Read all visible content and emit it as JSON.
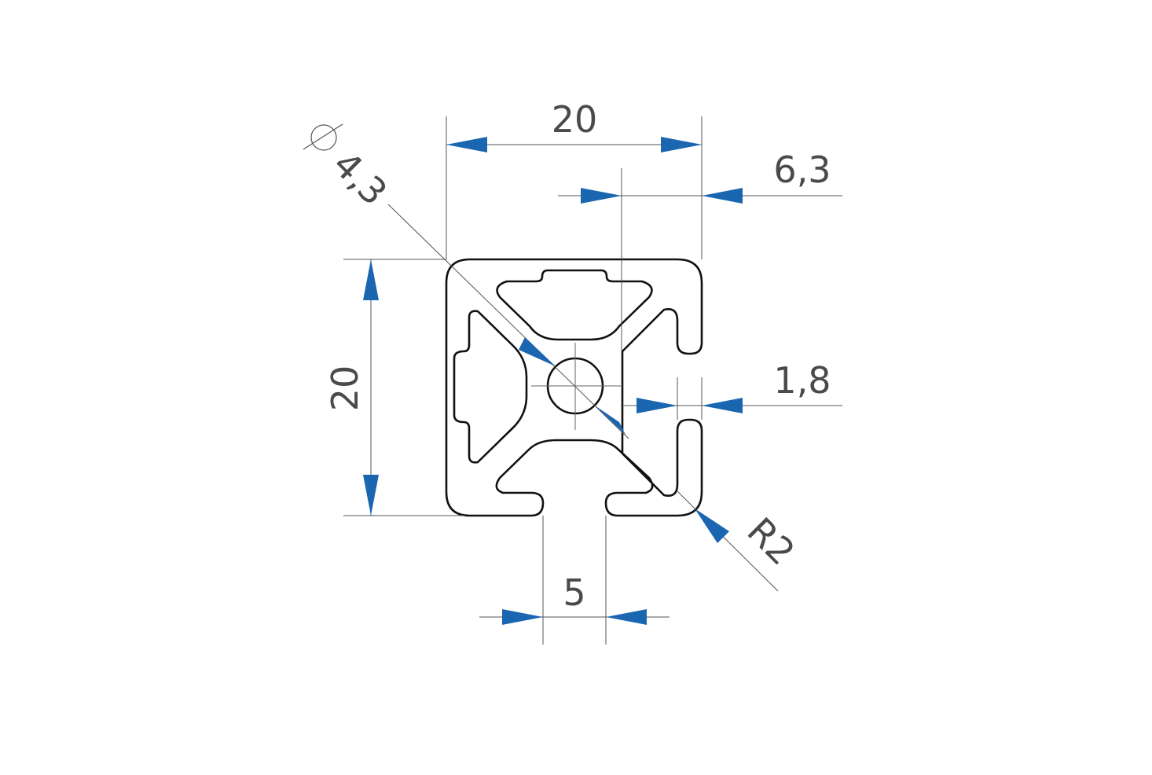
{
  "drawing": {
    "type": "aluminium profile cross-section",
    "dimensions": {
      "width": "20",
      "height": "20",
      "slot_offset": "6,3",
      "wall_thickness": "1,8",
      "slot_opening": "5",
      "corner_radius": "R2",
      "bore_diameter": "4,3"
    },
    "colors": {
      "arrow": "#1b66b1",
      "outline": "#111111",
      "text": "#4a4a4a",
      "dimension_line": "#555555"
    }
  }
}
